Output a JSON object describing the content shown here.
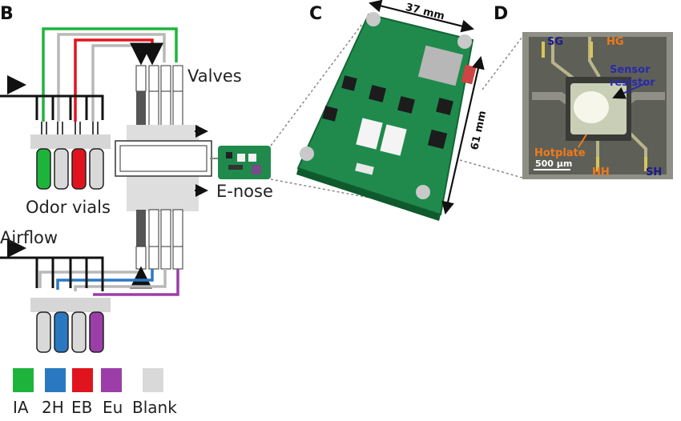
{
  "panels": {
    "b": "B",
    "c": "C",
    "d": "D"
  },
  "labels": {
    "valves": "Valves",
    "odor_vials": "Odor vials",
    "airflow": "Airflow",
    "enose": "E-nose"
  },
  "dimensions": {
    "width": "37 mm",
    "height": "61 mm"
  },
  "chip": {
    "sg": "SG",
    "hg": "HG",
    "sensor_line1": "Sensor",
    "sensor_line2": "resistor",
    "hotplate": "Hotplate",
    "hh": "HH",
    "sh": "SH",
    "scale": "500 µm"
  },
  "legend": [
    {
      "label": "IA",
      "color": "#1eb43c"
    },
    {
      "label": "2H",
      "color": "#2a78c2"
    },
    {
      "label": "EB",
      "color": "#e0141e"
    },
    {
      "label": "Eu",
      "color": "#9b3ea8"
    },
    {
      "label": "Blank",
      "color": "#d9d9d9"
    }
  ],
  "colors": {
    "pcb_green": "#1f8a4c",
    "line_black": "#111111",
    "line_gray": "#b8b8b8"
  }
}
